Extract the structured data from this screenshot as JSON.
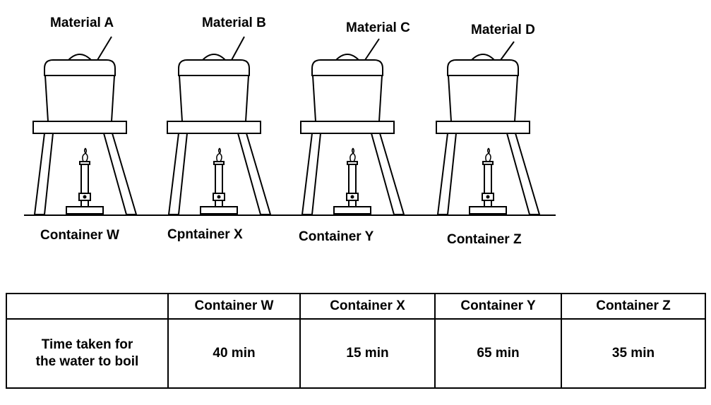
{
  "materials": [
    "Material A",
    "Material B",
    "Material C",
    "Material D"
  ],
  "containers": [
    "Container W",
    "Cpntainer X",
    "Container Y",
    "Container Z"
  ],
  "table": {
    "corner": "",
    "headers": [
      "Container W",
      "Container X",
      "Container Y",
      "Container Z"
    ],
    "row_label_line1": "Time taken for",
    "row_label_line2": "the water to boil",
    "values": [
      "40 min",
      "15 min",
      "65 min",
      "35 min"
    ]
  }
}
